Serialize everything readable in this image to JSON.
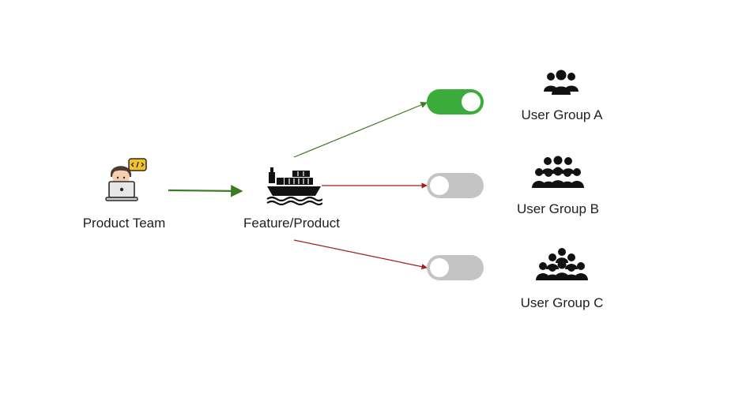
{
  "nodes": {
    "product_team": {
      "label": "Product Team"
    },
    "feature": {
      "label": "Feature/Product"
    }
  },
  "groups": [
    {
      "label": "User Group A",
      "enabled": true
    },
    {
      "label": "User Group B",
      "enabled": false
    },
    {
      "label": "User Group C",
      "enabled": false
    }
  ],
  "colors": {
    "toggle_on": "#3bab3b",
    "toggle_off": "#c4c4c4",
    "arrow_enabled": "#3d7a26",
    "arrow_disabled": "#a11d1d",
    "icon": "#111111",
    "team_arrow": "#3d7a26"
  },
  "icons": {
    "product_team": "developer-laptop-icon",
    "feature": "cargo-ship-icon",
    "groups": [
      "users-small-group-icon",
      "users-medium-group-icon",
      "users-large-group-icon"
    ]
  }
}
